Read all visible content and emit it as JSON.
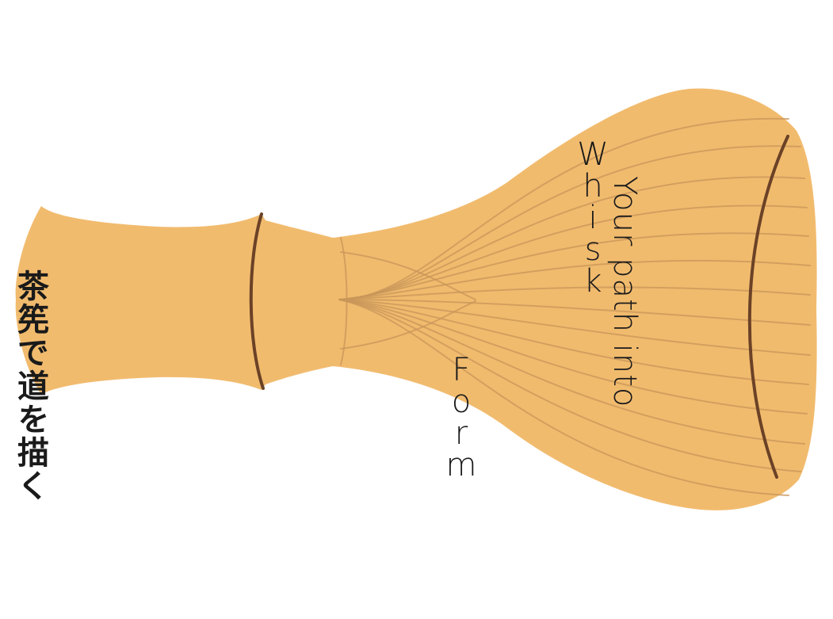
{
  "artwork": {
    "type": "rotated-tea-whisk-illustration",
    "colors": {
      "background": "#ffffff",
      "whisk_fill": "#f1bb6e",
      "tine_line": "#c8965a",
      "ring_line": "#6b4226",
      "text": "#1a1a1a"
    }
  },
  "text": {
    "headline_vertical": "Whisk",
    "headline_side": "Your path into",
    "form_vertical": "Form",
    "japanese_vertical": "茶筅で道を描く"
  }
}
